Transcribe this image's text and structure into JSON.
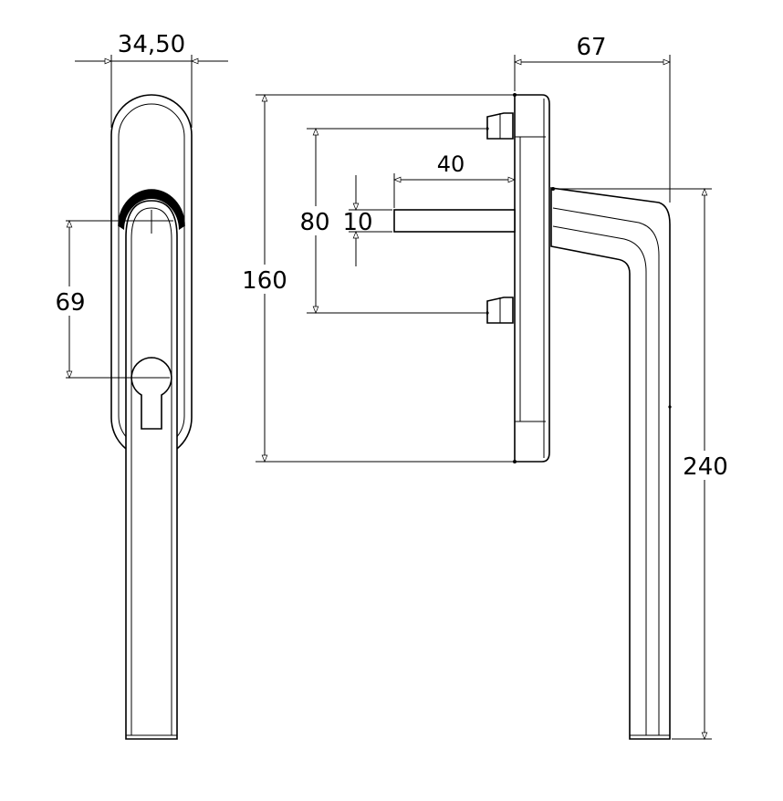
{
  "dimensions": {
    "width_front": "34,50",
    "depth_side": "67",
    "spindle_length": "40",
    "spindle_size": "10",
    "screw_spacing": "80",
    "rose_height": "160",
    "lever_height": "240",
    "axis_to_cylinder": "69"
  }
}
